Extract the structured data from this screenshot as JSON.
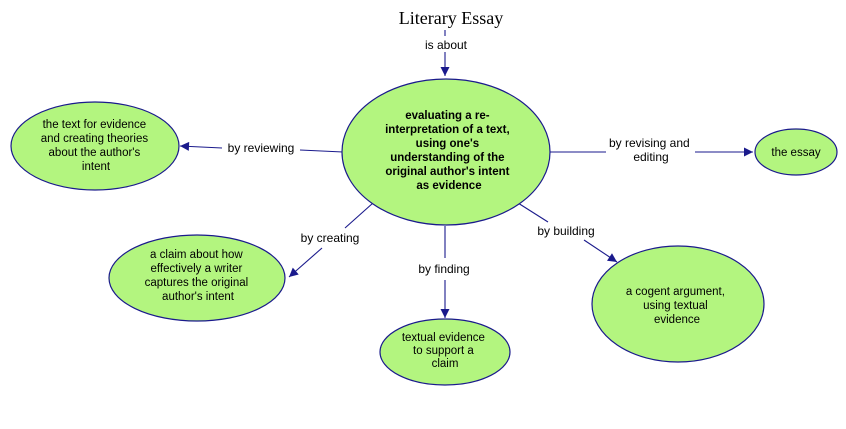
{
  "title": "Literary Essay",
  "center_node": {
    "lines": [
      "evaluating a re-",
      "interpretation of a text,",
      "using one's",
      "understanding of the",
      "original author's intent",
      "as evidence"
    ]
  },
  "nodes": {
    "text_evidence_theories": {
      "lines": [
        "the text for evidence",
        "and creating theories",
        "about the author's",
        "intent"
      ]
    },
    "the_essay": {
      "lines": [
        "the essay"
      ]
    },
    "claim": {
      "lines": [
        "a claim about how",
        "effectively a writer",
        "captures the original",
        "author's intent"
      ]
    },
    "textual_evidence": {
      "lines": [
        "textual evidence",
        "to support a",
        "claim"
      ]
    },
    "cogent_argument": {
      "lines": [
        "a cogent argument,",
        "using textual",
        "evidence"
      ]
    }
  },
  "links": {
    "is_about": {
      "lines": [
        "is about"
      ]
    },
    "by_reviewing": {
      "lines": [
        "by reviewing"
      ]
    },
    "by_revising": {
      "lines": [
        "by revising and",
        "editing"
      ]
    },
    "by_creating": {
      "lines": [
        "by creating"
      ]
    },
    "by_finding": {
      "lines": [
        "by finding"
      ]
    },
    "by_building": {
      "lines": [
        "by building"
      ]
    }
  }
}
